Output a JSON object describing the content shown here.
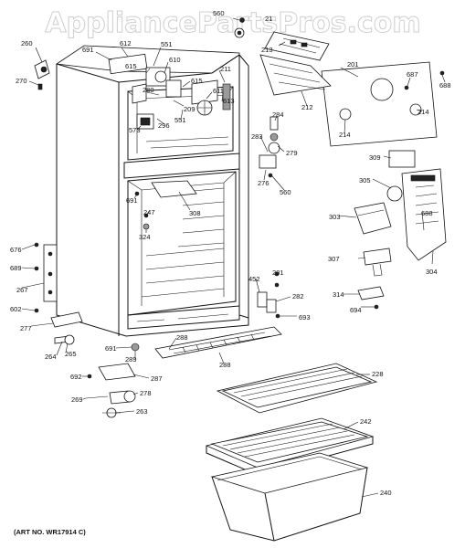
{
  "watermark": "AppliancePartsPros.com",
  "art_no": "(ART NO. WR17914 C)",
  "labels": {
    "l560a": "560",
    "l21x": "21",
    "l260": "260",
    "l691a": "691",
    "l612": "612",
    "l551a": "551",
    "l213": "213",
    "l270": "270",
    "l615a": "615",
    "l610": "610",
    "l211": "211",
    "l201": "201",
    "l687": "687",
    "l688a": "688",
    "l280": "280",
    "l615b": "615",
    "l611": "611",
    "l209": "209",
    "l613": "613",
    "l212": "212",
    "l573": "573",
    "l296": "296",
    "l551b": "551",
    "l284": "284",
    "l214a": "214",
    "l214b": "214",
    "l283": "283",
    "l279": "279",
    "l309": "309",
    "l276": "276",
    "l560b": "560",
    "l305": "305",
    "l691b": "691",
    "l308": "308",
    "l247": "247",
    "l303": "303",
    "l688b": "688",
    "l324": "324",
    "l676": "676",
    "l307": "307",
    "l689": "689",
    "l304": "304",
    "l281": "281",
    "l452": "452",
    "l267": "267",
    "l282": "282",
    "l314": "314",
    "l602": "602",
    "l694": "694",
    "l693": "693",
    "l277": "277",
    "l288a": "288",
    "l264": "264",
    "l265": "265",
    "l691c": "691",
    "l289": "289",
    "l288b": "288",
    "l228": "228",
    "l692": "692",
    "l287": "287",
    "l278": "278",
    "l269": "269",
    "l263": "263",
    "l242": "242",
    "l240": "240"
  }
}
